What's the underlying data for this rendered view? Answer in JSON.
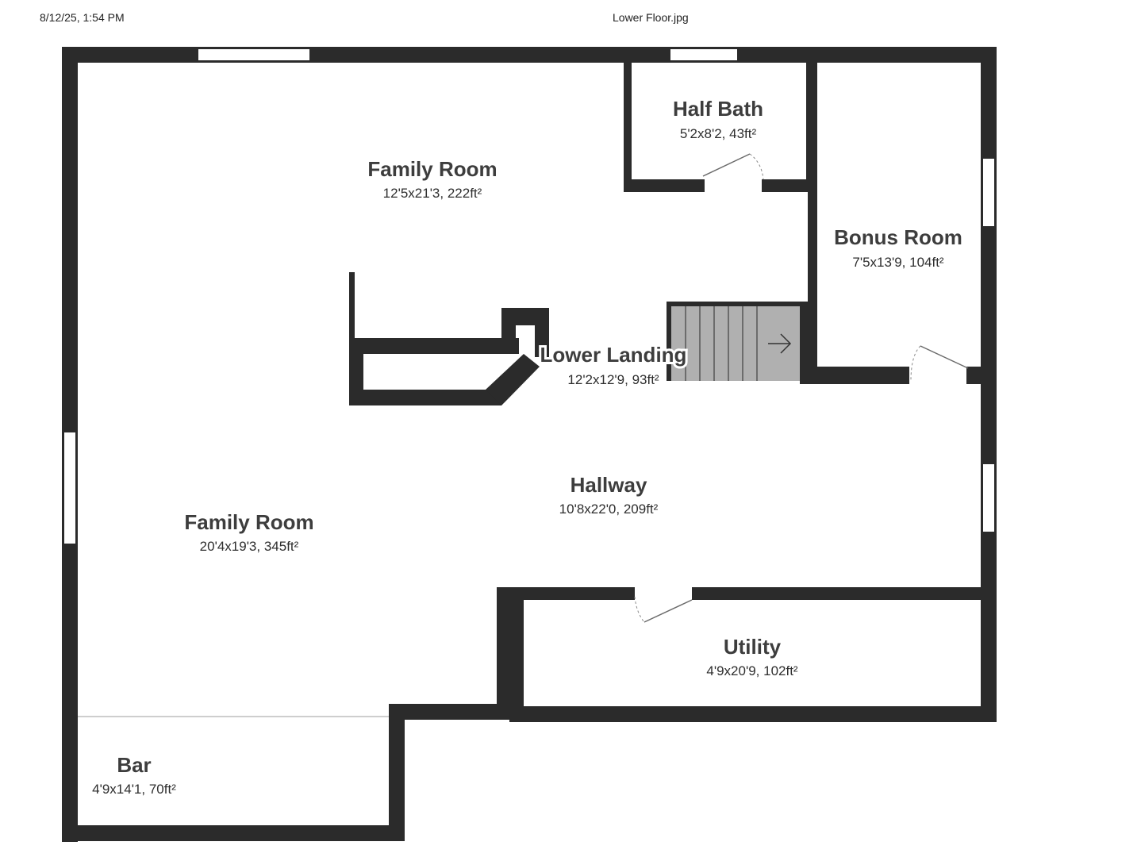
{
  "header": {
    "timestamp": "8/12/25, 1:54 PM",
    "filename": "Lower Floor.jpg"
  },
  "rooms": [
    {
      "name": "Half Bath",
      "dims": "5'2x8'2, 43ft²"
    },
    {
      "name": "Family Room",
      "dims": "12'5x21'3, 222ft²"
    },
    {
      "name": "Bonus Room",
      "dims": "7'5x13'9, 104ft²"
    },
    {
      "name": "Lower Landing",
      "dims": "12'2x12'9, 93ft²"
    },
    {
      "name": "Hallway",
      "dims": "10'8x22'0, 209ft²"
    },
    {
      "name": "Family Room",
      "dims": "20'4x19'3, 345ft²"
    },
    {
      "name": "Utility",
      "dims": "4'9x20'9, 102ft²"
    },
    {
      "name": "Bar",
      "dims": "4'9x14'1, 70ft²"
    }
  ],
  "colors": {
    "wall": "#2b2b2b",
    "stairs": "#b0b0b0",
    "text": "#3d3d3d"
  }
}
